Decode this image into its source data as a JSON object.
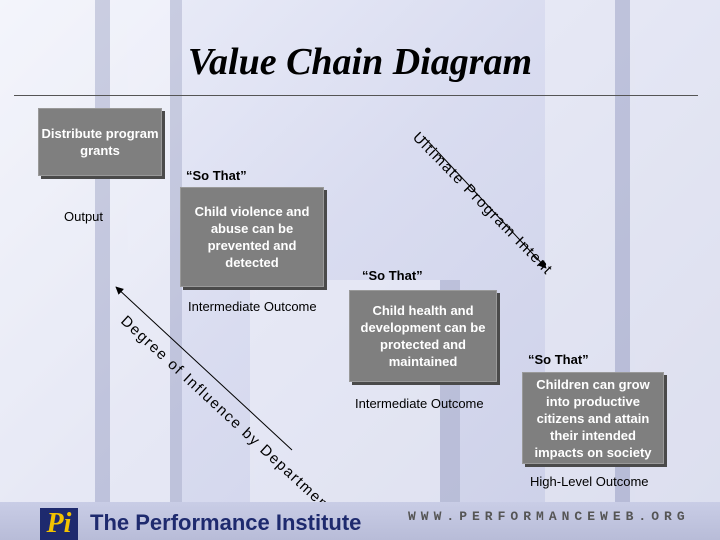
{
  "title": "Value Chain Diagram",
  "boxes": {
    "distribute": "Distribute program grants",
    "child_violence": "Child violence and abuse can be prevented and detected",
    "child_health": "Child health and development can be protected and maintained",
    "children_grow": "Children can grow into productive citizens and attain their intended impacts on society"
  },
  "labels": {
    "output": "Output",
    "intermediate_1": "Intermediate Outcome",
    "intermediate_2": "Intermediate Outcome",
    "high_level": "High-Level Outcome"
  },
  "so_that": "“So That”",
  "arrows": {
    "ultimate": "Ultimate Program Intent",
    "degree": "Degree of Influence by Department"
  },
  "footer": {
    "logo": "Pi",
    "org": "The Performance Institute",
    "web": "WWW.PERFORMANCEWEB.ORG"
  },
  "colors": {
    "box": "#7f7f7f",
    "brand": "#1e2a6e",
    "logo_accent": "#f2c200"
  }
}
